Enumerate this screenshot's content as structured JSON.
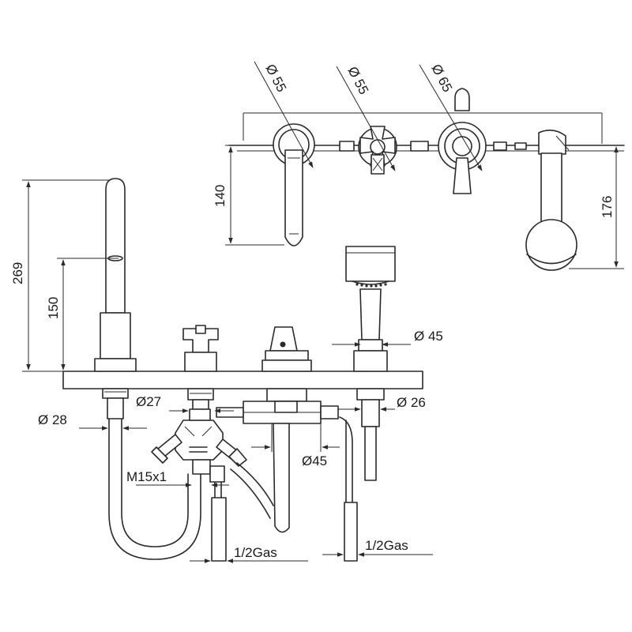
{
  "diagram": {
    "top_view": {
      "dims": {
        "d_spout": "Ø 55",
        "d_cross": "Ø 55",
        "d_knob": "Ø 65",
        "height_left": "140",
        "height_right": "176"
      }
    },
    "side_view": {
      "dims": {
        "total_height": "269",
        "spout_height": "150",
        "d_shower": "Ø 45",
        "d_left_stem": "Ø 28",
        "d_cross_stem": "Ø27",
        "d_shower_stem": "Ø 26",
        "d_body": "Ø45",
        "thread": "M15x1",
        "gas_left": "1/2Gas",
        "gas_right": "1/2Gas"
      }
    }
  }
}
